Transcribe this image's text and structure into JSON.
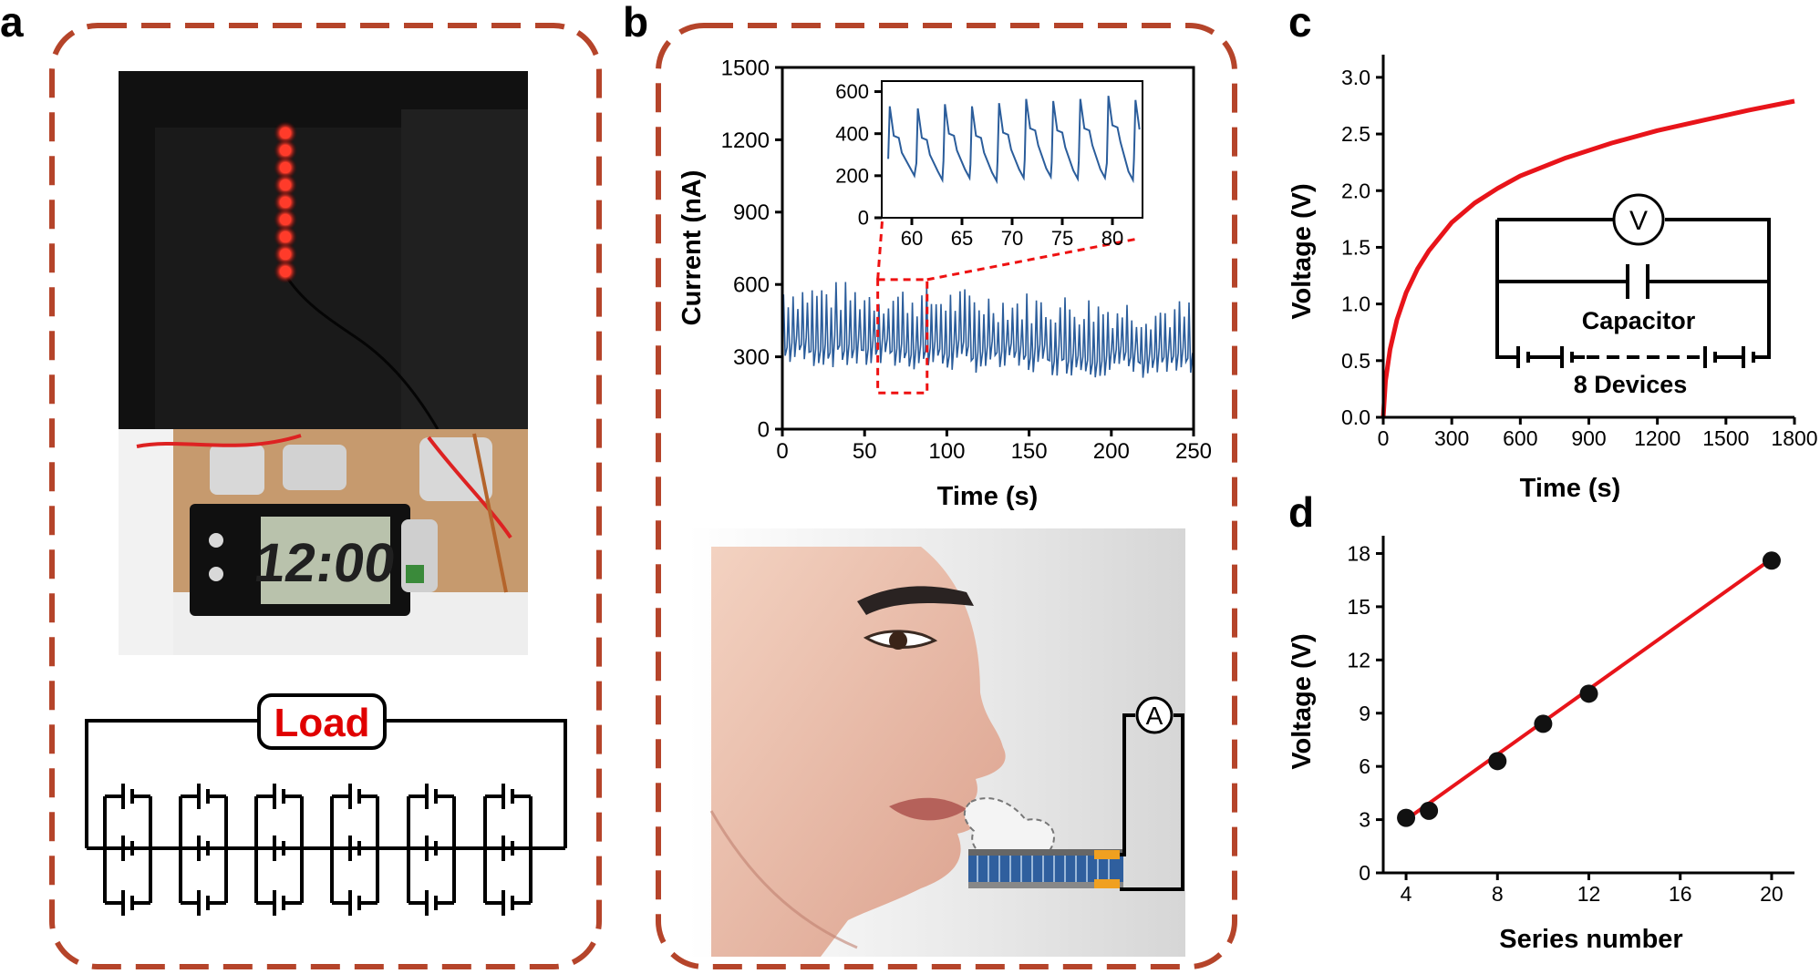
{
  "panels": {
    "a": {
      "letter": "a",
      "load_label": "Load",
      "clock_display": "12:00",
      "led_count": 9,
      "colors": {
        "led": "#ff3b2a",
        "load_text": "#e00000",
        "dash_border": "#b5442a"
      }
    },
    "b": {
      "letter": "b",
      "ammeter_symbol": "A"
    },
    "c": {
      "letter": "c",
      "voltmeter_symbol": "V",
      "capacitor_label": "Capacitor",
      "devices_label": "8 Devices"
    },
    "d": {
      "letter": "d"
    }
  },
  "chart_data": [
    {
      "id": "current_vs_time",
      "type": "line",
      "xlabel": "Time (s)",
      "ylabel": "Current (nA)",
      "xlim": [
        0,
        250
      ],
      "ylim": [
        0,
        1500
      ],
      "xticks": [
        0,
        50,
        100,
        150,
        200,
        250
      ],
      "yticks": [
        0,
        300,
        600,
        900,
        1200,
        1500
      ],
      "signal": {
        "period_s": 2.9,
        "baseline_start_nA": 300,
        "baseline_end_nA": 240,
        "peak_start_nA": 560,
        "peak_end_nA": 470
      },
      "color": "#2b5d9b",
      "highlight_window": {
        "x": [
          58,
          88
        ],
        "y": [
          150,
          620
        ]
      },
      "inset": {
        "xlim": [
          57,
          83
        ],
        "ylim": [
          0,
          650
        ],
        "xticks": [
          60,
          65,
          70,
          75,
          80
        ],
        "yticks": [
          0,
          200,
          400,
          600
        ],
        "peaks_x": [
          57.8,
          60.6,
          63.3,
          66.0,
          68.7,
          71.4,
          74.1,
          76.8,
          79.6,
          82.3
        ],
        "peak_nA": [
          530,
          520,
          540,
          530,
          545,
          565,
          555,
          565,
          580,
          560
        ],
        "trough_nA": [
          200,
          180,
          190,
          175,
          190,
          195,
          185,
          190,
          180,
          200
        ]
      }
    },
    {
      "id": "capacitor_charging",
      "type": "line",
      "xlabel": "Time (s)",
      "ylabel": "Voltage (V)",
      "xlim": [
        0,
        1800
      ],
      "ylim": [
        0,
        3.2
      ],
      "xticks": [
        0,
        300,
        600,
        900,
        1200,
        1500,
        1800
      ],
      "yticks": [
        0.0,
        0.5,
        1.0,
        1.5,
        2.0,
        2.5,
        3.0
      ],
      "ytick_labels": [
        "0.0",
        "0.5",
        "1.0",
        "1.5",
        "2.0",
        "2.5",
        "3.0"
      ],
      "x": [
        0,
        10,
        30,
        60,
        100,
        150,
        200,
        300,
        400,
        500,
        600,
        800,
        1000,
        1200,
        1400,
        1600,
        1800
      ],
      "y": [
        0.0,
        0.32,
        0.6,
        0.86,
        1.1,
        1.31,
        1.47,
        1.72,
        1.89,
        2.02,
        2.13,
        2.29,
        2.42,
        2.53,
        2.62,
        2.71,
        2.79
      ],
      "color": "#e8141a"
    },
    {
      "id": "voltage_vs_series",
      "type": "scatter",
      "xlabel": "Series number",
      "ylabel": "Voltage (V)",
      "xlim": [
        3,
        21
      ],
      "ylim": [
        0,
        19
      ],
      "xticks": [
        4,
        8,
        12,
        16,
        20
      ],
      "yticks": [
        0,
        3,
        6,
        9,
        12,
        15,
        18
      ],
      "x": [
        4,
        5,
        8,
        10,
        12,
        20
      ],
      "y": [
        3.1,
        3.5,
        6.3,
        8.4,
        10.1,
        17.6
      ],
      "fit": {
        "x": [
          4,
          20
        ],
        "y": [
          3.0,
          17.7
        ]
      },
      "point_color": "#111111",
      "fit_color": "#e8141a"
    }
  ]
}
